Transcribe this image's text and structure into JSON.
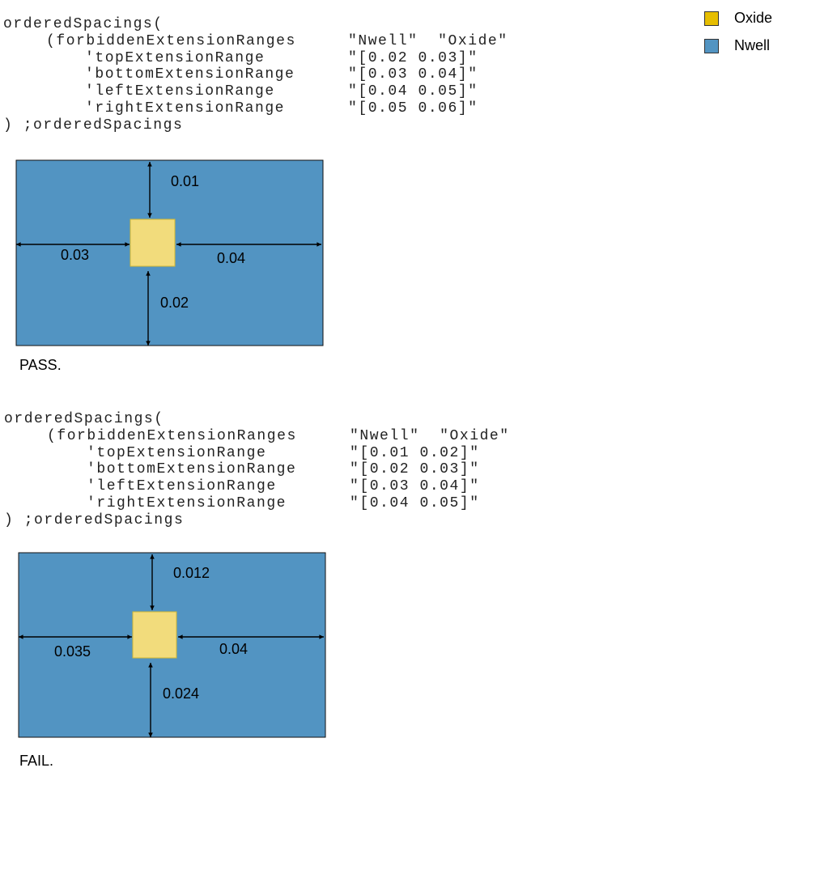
{
  "colors": {
    "nwell": "#5294c2",
    "oxide_fill": "#f2dc7c",
    "oxide_legend": "#e6be00"
  },
  "legend": [
    {
      "label": "Oxide"
    },
    {
      "label": "Nwell"
    }
  ],
  "examples": [
    {
      "code": {
        "open": "orderedSpacings(",
        "header_key": "(forbiddenExtensionRanges",
        "header_val": "\"Nwell\"  \"Oxide\"",
        "rows": [
          {
            "key": "'topExtensionRange",
            "val": "\"[0.02 0.03]\""
          },
          {
            "key": "'bottomExtensionRange",
            "val": "\"[0.03 0.04]\""
          },
          {
            "key": "'leftExtensionRange",
            "val": "\"[0.04 0.05]\""
          },
          {
            "key": "'rightExtensionRange",
            "val": "\"[0.05 0.06]\""
          }
        ],
        "close": ") ;orderedSpacings"
      },
      "measures": {
        "top": "0.01",
        "left": "0.03",
        "right": "0.04",
        "bottom": "0.02"
      },
      "verdict": "PASS."
    },
    {
      "code": {
        "open": "orderedSpacings(",
        "header_key": "(forbiddenExtensionRanges",
        "header_val": "\"Nwell\"  \"Oxide\"",
        "rows": [
          {
            "key": "'topExtensionRange",
            "val": "\"[0.01 0.02]\""
          },
          {
            "key": "'bottomExtensionRange",
            "val": "\"[0.02 0.03]\""
          },
          {
            "key": "'leftExtensionRange",
            "val": "\"[0.03 0.04]\""
          },
          {
            "key": "'rightExtensionRange",
            "val": "\"[0.04 0.05]\""
          }
        ],
        "close": ") ;orderedSpacings"
      },
      "measures": {
        "top": "0.012",
        "left": "0.035",
        "right": "0.04",
        "bottom": "0.024"
      },
      "verdict": "FAIL."
    }
  ]
}
